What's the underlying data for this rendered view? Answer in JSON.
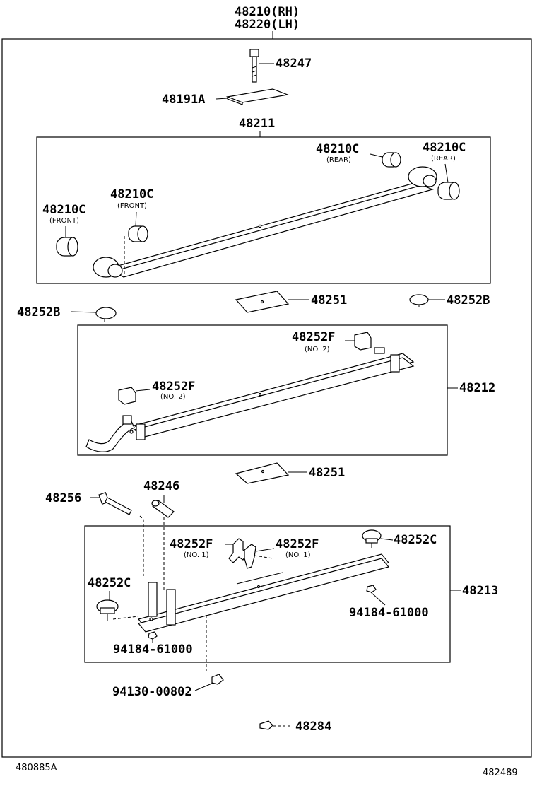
{
  "title": {
    "rh": "48210(RH)",
    "lh": "48220(LH)"
  },
  "parts": {
    "p48247": "48247",
    "p48191a": "48191A",
    "p48211": "48211",
    "p48210c_rear_1": "48210C",
    "p48210c_rear_1_note": "(REAR)",
    "p48210c_rear_2": "48210C",
    "p48210c_rear_2_note": "(REAR)",
    "p48210c_front_1": "48210C",
    "p48210c_front_1_note": "(FRONT)",
    "p48210c_front_2": "48210C",
    "p48210c_front_2_note": "(FRONT)",
    "p48251_top": "48251",
    "p48252b_left": "48252B",
    "p48252b_right": "48252B",
    "p48252f_no2_top": "48252F",
    "p48252f_no2_top_note": "(NO. 2)",
    "p48252f_no2_left": "48252F",
    "p48252f_no2_left_note": "(NO. 2)",
    "p48212": "48212",
    "p48251_bottom": "48251",
    "p48256": "48256",
    "p48246": "48246",
    "p48252f_no1_left": "48252F",
    "p48252f_no1_left_note": "(NO. 1)",
    "p48252f_no1_right": "48252F",
    "p48252f_no1_right_note": "(NO. 1)",
    "p48252c_right": "48252C",
    "p48252c_left": "48252C",
    "p48213": "48213",
    "p94184_right": "94184-61000",
    "p94184_left": "94184-61000",
    "p94130": "94130-00802",
    "p48284": "48284"
  },
  "footer": {
    "left_code": "480885A",
    "right_code": "482489"
  }
}
